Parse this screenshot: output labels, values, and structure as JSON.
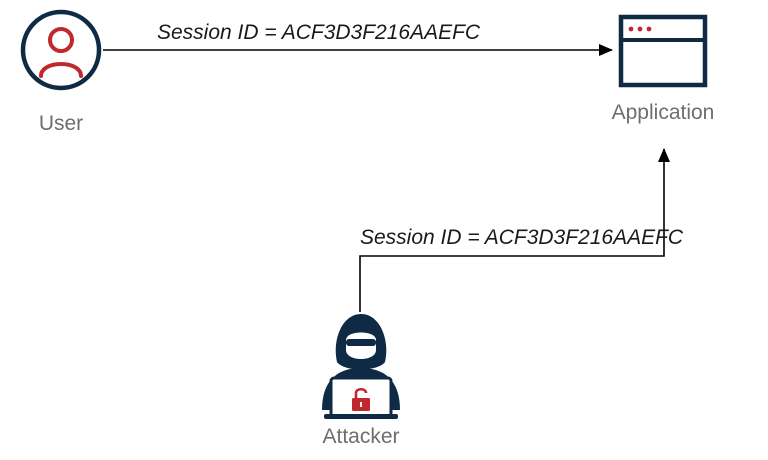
{
  "nodes": {
    "user": {
      "label": "User",
      "icon": "user-icon"
    },
    "application": {
      "label": "Application",
      "icon": "browser-window-icon"
    },
    "attacker": {
      "label": "Attacker",
      "icon": "hacker-icon"
    }
  },
  "edges": {
    "user_to_app": {
      "label": "Session ID = ACF3D3F216AAEFC"
    },
    "attacker_to_app": {
      "label": "Session ID = ACF3D3F216AAEFC"
    }
  },
  "colors": {
    "navy": "#0f2a44",
    "accent_red": "#c1272d",
    "label_gray": "#6e6e6e",
    "line": "#000000"
  }
}
